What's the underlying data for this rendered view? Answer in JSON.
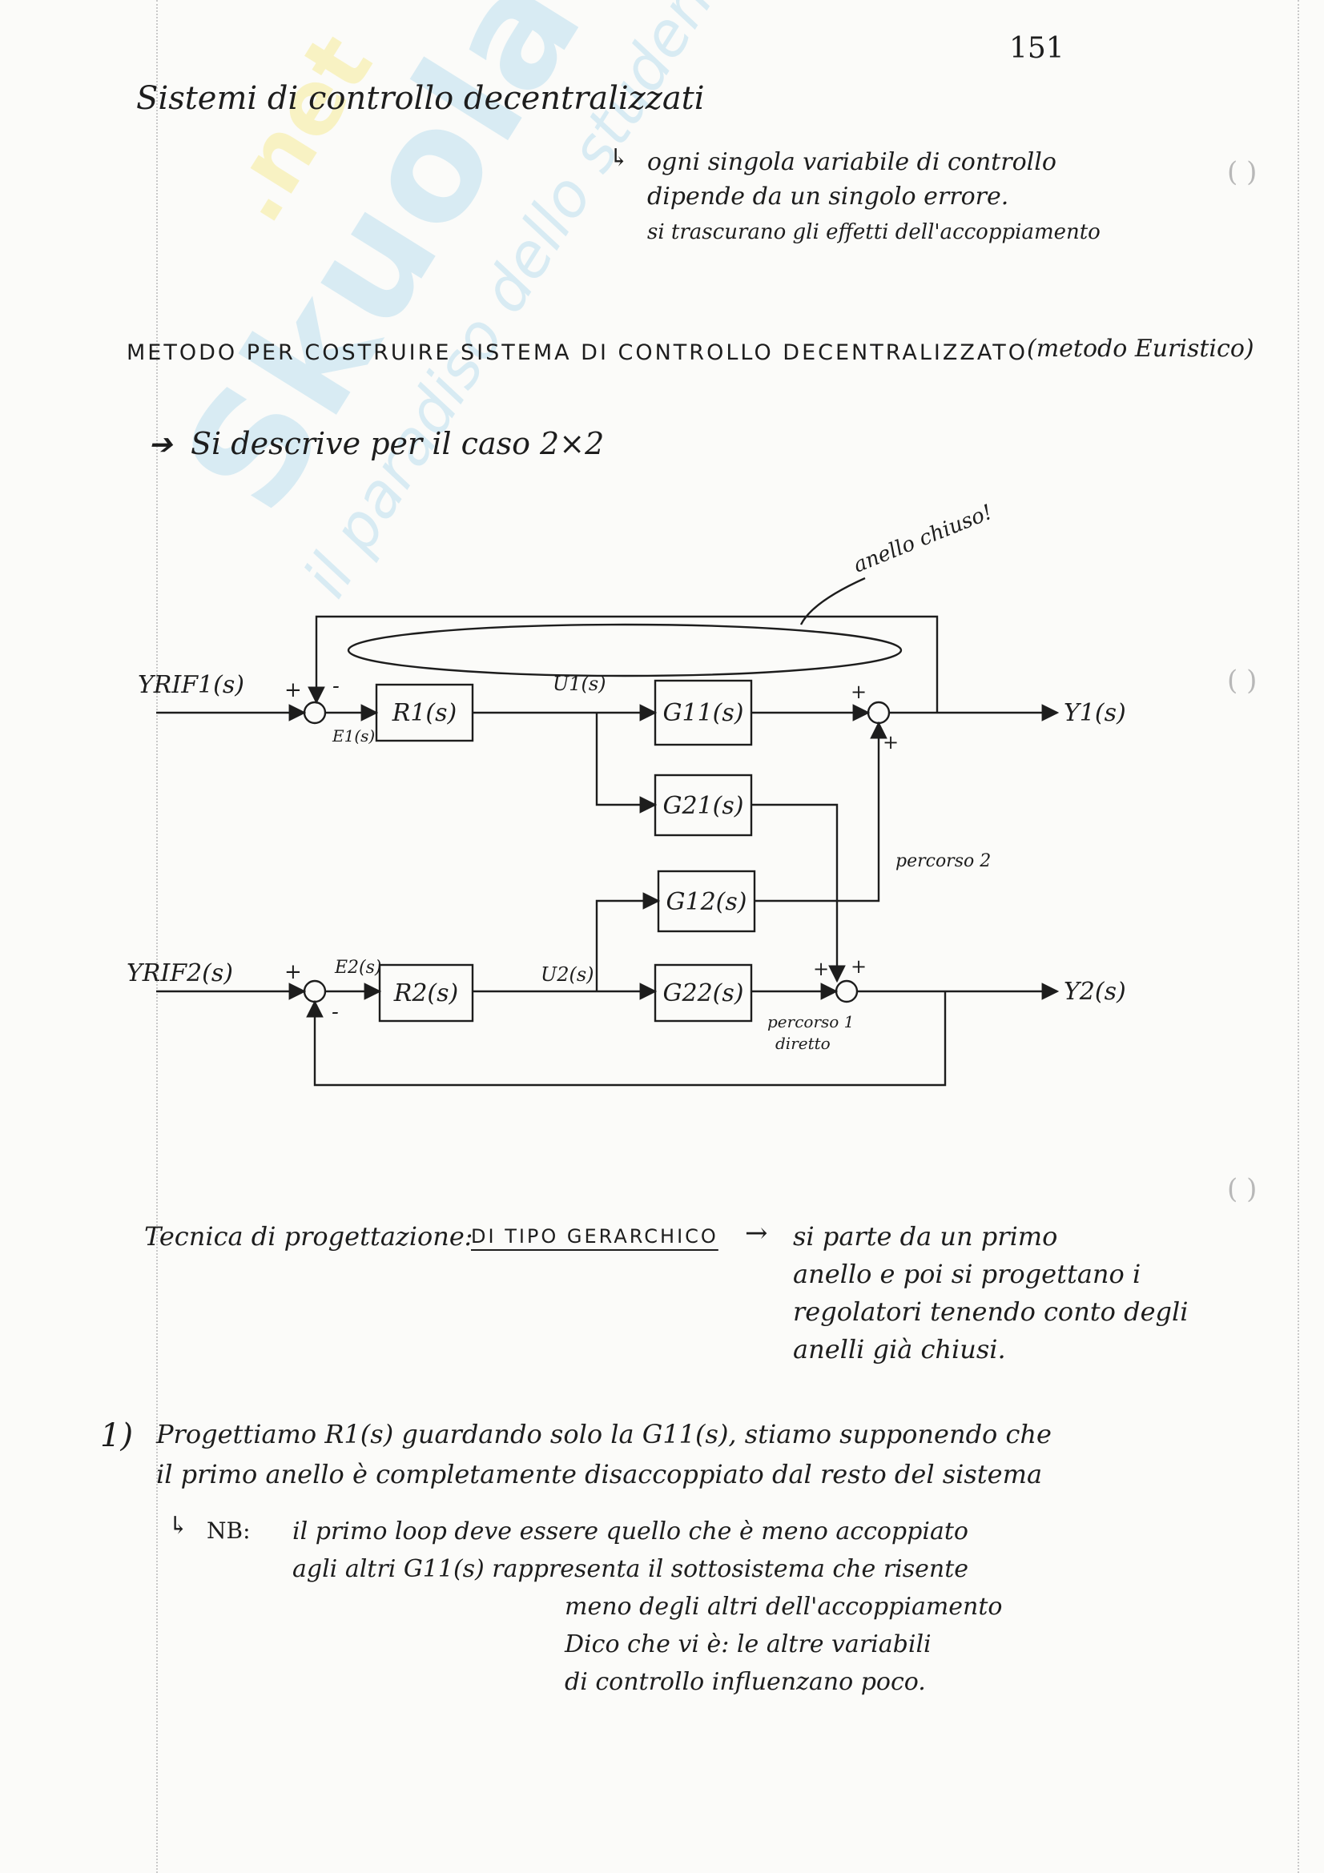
{
  "page_number": "151",
  "title": "Sistemi di controllo decentralizzati",
  "intro": [
    "ogni singola variabile di controllo",
    "dipende da un singolo errore.",
    "si trascurano gli effetti dell'accoppiamento"
  ],
  "method_heading": "METODO PER COSTRUIRE SISTEMA DI CONTROLLO DECENTRALIZZATO",
  "method_note": "(metodo Euristico)",
  "case_line": "Si descrive per il caso 2×2",
  "watermark": {
    "main": "Skuola",
    "net": ".net",
    "tagline": "il paradiso dello studente"
  },
  "diagram": {
    "closed_loop_note": "anello chiuso!",
    "inputs": [
      "YRIF1(s)",
      "YRIF2(s)"
    ],
    "outputs": [
      "Y1(s)",
      "Y2(s)"
    ],
    "errors": [
      "E1(s)",
      "E2(s)"
    ],
    "controls": [
      "U1(s)",
      "U2(s)"
    ],
    "blocks": {
      "r1": "R1(s)",
      "r2": "R2(s)",
      "g11": "G11(s)",
      "g21": "G21(s)",
      "g12": "G12(s)",
      "g22": "G22(s)"
    },
    "signs": {
      "plus": "+",
      "minus": "-"
    },
    "path2": "percorso 2",
    "path1": "percorso 1",
    "path1_b": "diretto"
  },
  "technique": {
    "label": "Tecnica di progettazione:",
    "type": "DI TIPO GERARCHICO",
    "arrow": "→",
    "desc": [
      "si parte da un primo",
      "anello e poi si progettano i",
      "regolatori tenendo conto degli",
      "anelli già chiusi."
    ]
  },
  "step1": {
    "number": "1)",
    "lines": [
      "Progettiamo R1(s) guardando solo la G11(s), stiamo supponendo che",
      "il primo anello è completamente disaccoppiato dal resto del sistema"
    ],
    "nb_label": "NB:",
    "nb_lines": [
      "il primo loop deve essere quello che è meno accoppiato",
      "agli altri   G11(s) rappresenta il sottosistema che risente",
      "meno degli altri dell'accoppiamento",
      "Dico che vi è: le altre variabili",
      "di controllo influenzano poco."
    ]
  }
}
